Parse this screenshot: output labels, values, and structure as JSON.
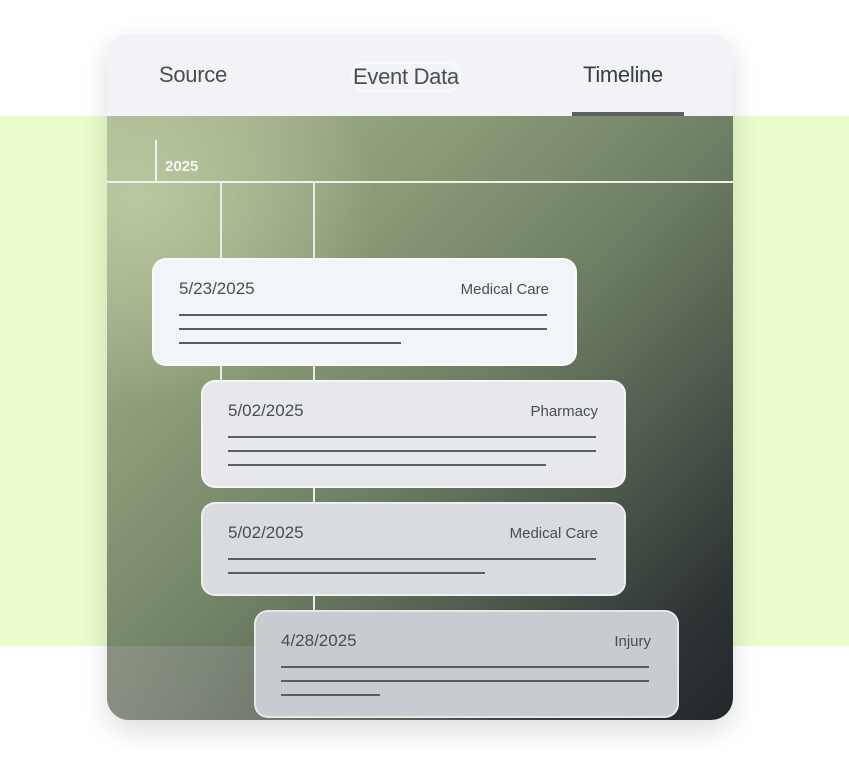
{
  "tabs": [
    {
      "label": "Source"
    },
    {
      "label": "Event Data"
    },
    {
      "label": "Timeline",
      "active": true
    }
  ],
  "timeline": {
    "year": "2025",
    "events": [
      {
        "date": "5/23/2025",
        "category": "Medical Care"
      },
      {
        "date": "5/02/2025",
        "category": "Pharmacy"
      },
      {
        "date": "5/02/2025",
        "category": "Medical Care"
      },
      {
        "date": "4/28/2025",
        "category": "Injury"
      }
    ]
  },
  "colors": {
    "band": "#eafccc",
    "tab_bar": "#f2f3f6",
    "text": "#4a4d52"
  }
}
